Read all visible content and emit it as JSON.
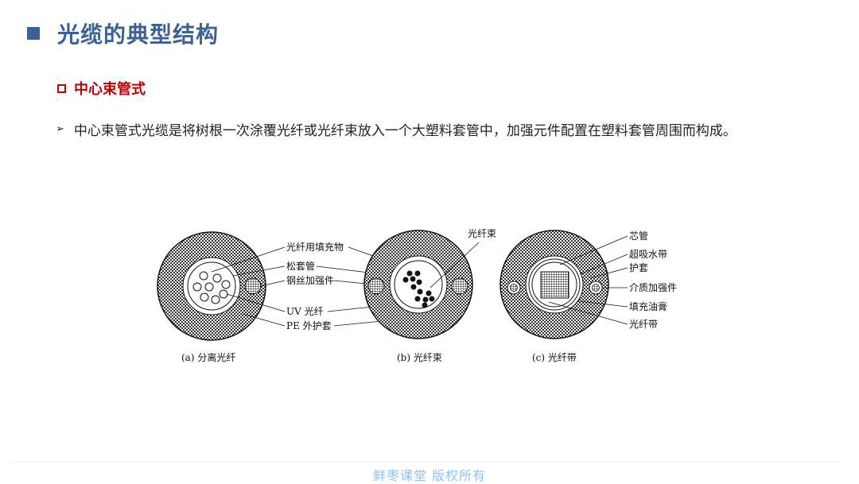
{
  "slide": {
    "title": "光缆的典型结构",
    "subtitle": "中心束管式",
    "bullet_text": "中心束管式光缆是将树根一次涂覆光纤或光纤束放入一个大塑料套管中，加强元件配置在塑料套管周围而构成。",
    "colors": {
      "title": "#3a6296",
      "subtitle": "#c00000",
      "body": "#222222",
      "footer": "#8cc4f2"
    }
  },
  "figure": {
    "diagram_a": {
      "caption": "(a) 分离光纤",
      "labels": [
        "光纤用填充物",
        "松套管",
        "钢丝加强件",
        "UV 光纤",
        "PE 外护套"
      ]
    },
    "diagram_b": {
      "caption": "(b) 光纤束",
      "labels": [
        "光纤束"
      ]
    },
    "diagram_c": {
      "caption": "(c) 光纤带",
      "labels": [
        "芯管",
        "超吸水带",
        "护套",
        "介质加强件",
        "填充油膏",
        "光纤带"
      ]
    }
  },
  "footer": {
    "text": "鲜枣课堂  版权所有"
  }
}
